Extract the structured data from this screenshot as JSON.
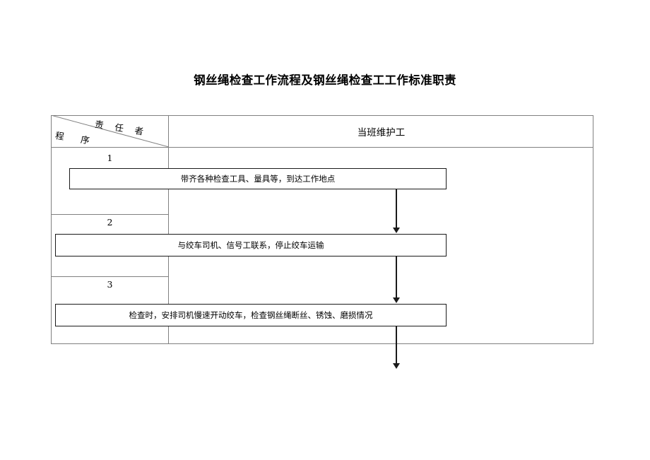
{
  "document": {
    "title": "钢丝绳检查工作流程及钢丝绳检查工工作标准职责"
  },
  "table": {
    "header": {
      "corner": {
        "responsible_label": "责 任 者",
        "procedure_label": "程  序"
      },
      "columns": [
        "当班维护工"
      ]
    },
    "rows": [
      {
        "step": "1",
        "box_text": "带齐各种检查工具、量具等，到达工作地点"
      },
      {
        "step": "2",
        "box_text": "与绞车司机、信号工联系，停止绞车运输"
      },
      {
        "step": "3",
        "box_text": "检查时，安排司机慢速开动绞车，检查钢丝绳断丝、锈蚀、磨损情况"
      }
    ]
  },
  "colors": {
    "page_background": "#ffffff",
    "table_border": "#808080",
    "box_border": "#1a1a1a",
    "text": "#000000",
    "arrow": "#1a1a1a"
  }
}
